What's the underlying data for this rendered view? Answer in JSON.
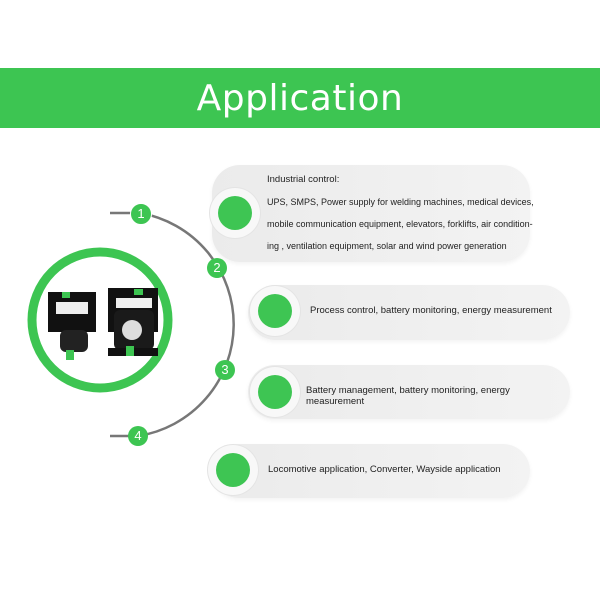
{
  "title": "Application",
  "steps": [
    "1",
    "2",
    "3",
    "4"
  ],
  "items": [
    {
      "heading": "Industrial control:",
      "lines": [
        "UPS, SMPS, Power supply for welding machines, medical devices,",
        "mobile communication equipment, elevators, forklifts, air condition-",
        "ing , ventilation equipment, solar and wind power generation"
      ]
    },
    {
      "text": "Process control, battery monitoring, energy measurement"
    },
    {
      "text": "Battery management, battery monitoring, energy measurement"
    },
    {
      "text": "Locomotive application, Converter, Wayside application"
    }
  ],
  "colors": {
    "accent": "#3dc552",
    "card": "#eeeeee",
    "line": "#777777"
  }
}
